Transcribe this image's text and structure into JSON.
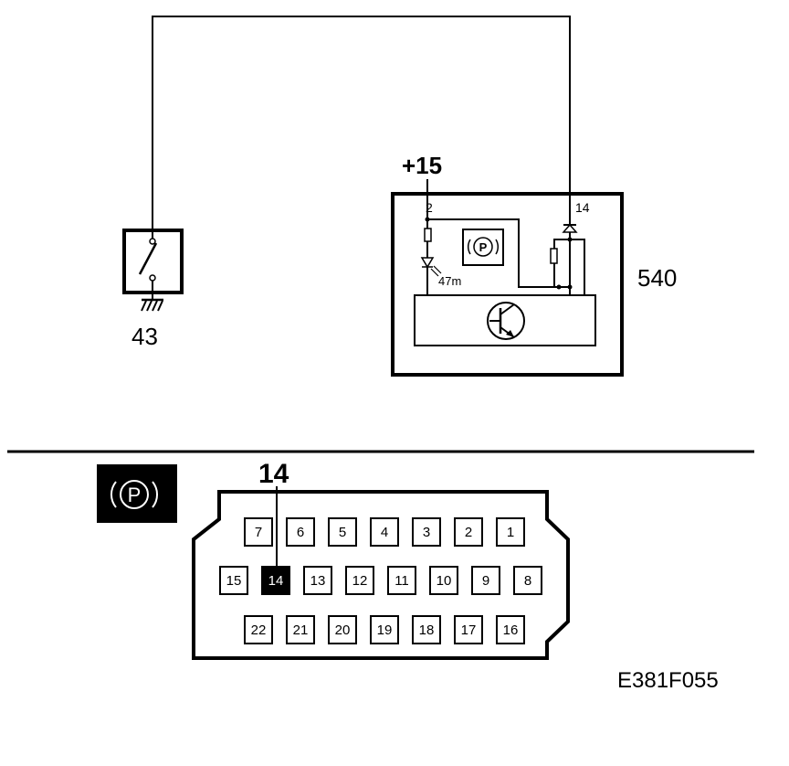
{
  "labels": {
    "supply": "+15",
    "switch_id": "43",
    "module_id": "540",
    "pin_top_left": "2",
    "pin_top_right": "14",
    "resistor_label": "47m",
    "parking_symbol": "P",
    "connector_callout": "14",
    "figure_code": "E381F055"
  },
  "connector": {
    "highlighted_pin": "14",
    "rows": [
      [
        "7",
        "6",
        "5",
        "4",
        "3",
        "2",
        "1"
      ],
      [
        "15",
        "14",
        "13",
        "12",
        "11",
        "10",
        "9",
        "8"
      ],
      [
        "22",
        "21",
        "20",
        "19",
        "18",
        "17",
        "16"
      ]
    ]
  }
}
